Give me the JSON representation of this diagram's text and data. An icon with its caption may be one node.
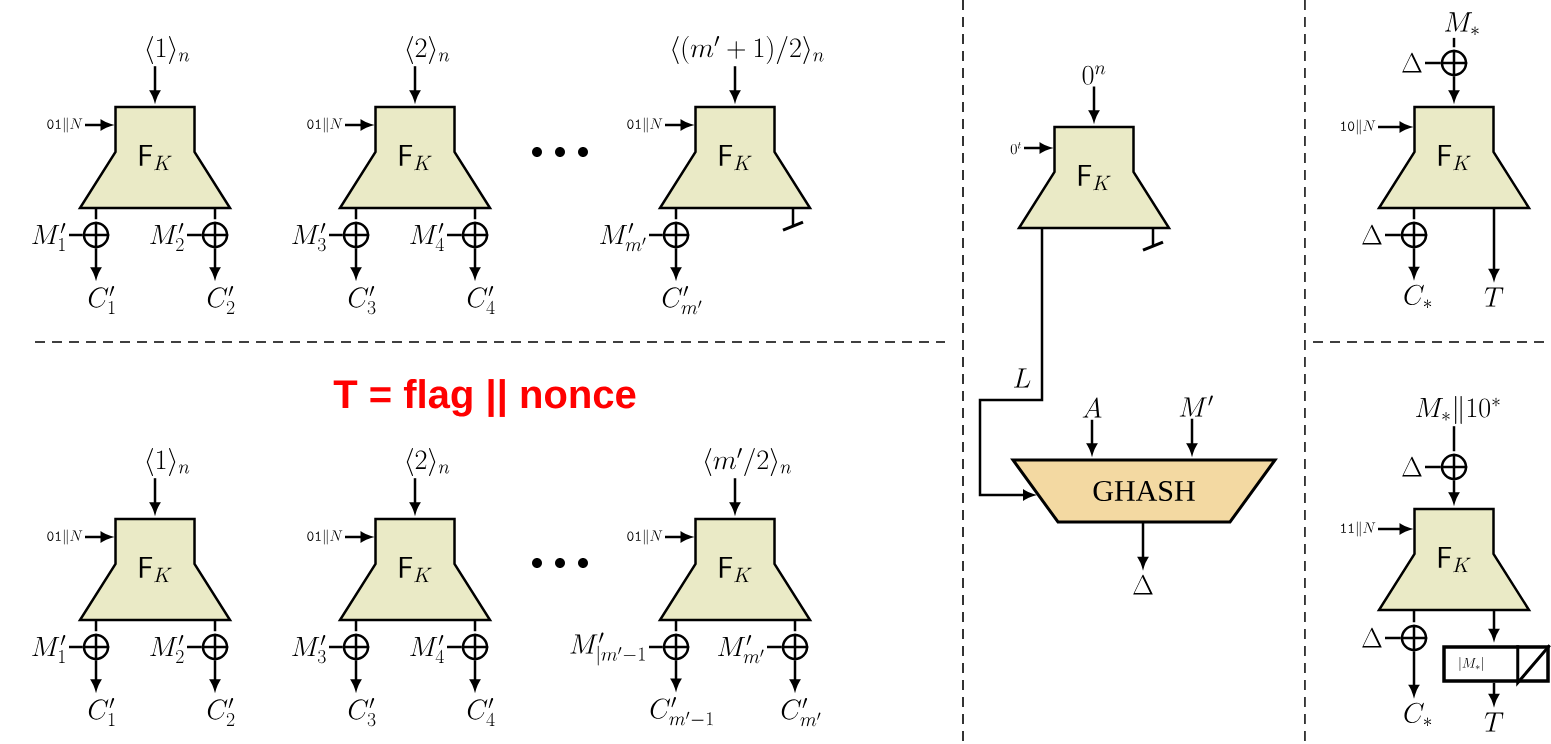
{
  "diagram": {
    "nodes": [
      {
        "text": [
          "\\langle 1\\rangle_n"
        ]
      },
      {
        "text": [
          "\\mathtt{01}\\|N"
        ]
      },
      {
        "text": [
          "\\mathsf{F}_K"
        ]
      },
      {
        "text": [],
        "shape": "circle"
      },
      {
        "text": [
          "M'_1"
        ]
      },
      {
        "text": [
          "C'_1"
        ]
      },
      {
        "text": [],
        "shape": "circle"
      },
      {
        "text": [
          "M'_2"
        ]
      },
      {
        "text": [
          "C'_2"
        ]
      },
      {
        "text": [
          "\\langle 2\\rangle_n"
        ]
      },
      {
        "text": [
          "\\mathtt{01}\\|N"
        ]
      },
      {
        "text": [
          "\\mathsf{F}_K"
        ]
      },
      {
        "text": [],
        "shape": "circle"
      },
      {
        "text": [
          "M'_3"
        ]
      },
      {
        "text": [
          "C'_3"
        ]
      },
      {
        "text": [],
        "shape": "circle"
      },
      {
        "text": [
          "M'_4"
        ]
      },
      {
        "text": [
          "C'_4"
        ]
      },
      {
        "text": [
          "\\langle (m'+1)/2\\rangle_n"
        ]
      },
      {
        "text": [
          "\\mathtt{01}\\|N"
        ]
      },
      {
        "text": [
          "\\mathsf{F}_K"
        ]
      },
      {
        "text": [],
        "shape": "circle"
      },
      {
        "text": [
          "M'_{m'}"
        ]
      },
      {
        "text": [
          "C'_{m'}"
        ]
      },
      {
        "text": [
          "\\langle 1\\rangle_n"
        ]
      },
      {
        "text": [
          "\\mathtt{01}\\|N"
        ]
      },
      {
        "text": [
          "\\mathsf{F}_K"
        ]
      },
      {
        "text": [],
        "shape": "circle"
      },
      {
        "text": [
          "M'_1"
        ]
      },
      {
        "text": [
          "C'_1"
        ]
      },
      {
        "text": [],
        "shape": "circle"
      },
      {
        "text": [
          "M'_2"
        ]
      },
      {
        "text": [
          "C'_2"
        ]
      },
      {
        "text": [
          "\\langle 2\\rangle_n"
        ]
      },
      {
        "text": [
          "\\mathtt{01}\\|N"
        ]
      },
      {
        "text": [
          "\\mathsf{F}_K"
        ]
      },
      {
        "text": [],
        "shape": "circle"
      },
      {
        "text": [
          "M'_3"
        ]
      },
      {
        "text": [
          "C'_3"
        ]
      },
      {
        "text": [],
        "shape": "circle"
      },
      {
        "text": [
          "M'_4"
        ]
      },
      {
        "text": [
          "C'_4"
        ]
      },
      {
        "text": [
          "\\langle m'/2\\rangle_n"
        ]
      },
      {
        "text": [
          "\\mathtt{01}\\|N"
        ]
      },
      {
        "text": [
          "\\mathsf{F}_K"
        ]
      },
      {
        "text": [],
        "shape": "circle"
      },
      {
        "text": [
          "M'_{|m'-1}"
        ]
      },
      {
        "text": [
          "C'_{m'-1}"
        ]
      },
      {
        "text": [],
        "shape": "circle"
      },
      {
        "text": [
          "M'_{m'}"
        ]
      },
      {
        "text": [
          "C'_{m'}"
        ]
      },
      {
        "text": [
          "0^n"
        ]
      },
      {
        "text": [
          "0^t"
        ]
      },
      {
        "text": [
          "\\mathsf{F}_K"
        ]
      },
      {
        "text": [
          "A"
        ]
      },
      {
        "text": [
          "M'"
        ]
      },
      {
        "text": [
          "GHASH"
        ]
      },
      {
        "text": [
          "\\Delta"
        ]
      },
      {
        "text": [
          "M_*"
        ]
      },
      {
        "text": [
          "\\Delta"
        ]
      },
      {
        "text": [],
        "shape": "circle"
      },
      {
        "text": [
          "\\mathtt{10}\\|N"
        ]
      },
      {
        "text": [
          "\\mathsf{F}_K"
        ]
      },
      {
        "text": [
          "\\Delta"
        ]
      },
      {
        "text": [],
        "shape": "circle"
      },
      {
        "text": [
          "C_*"
        ]
      },
      {
        "text": [
          "T"
        ]
      },
      {
        "text": [
          "M_*\\|10^*"
        ]
      },
      {
        "text": [
          "\\Delta"
        ]
      },
      {
        "text": [],
        "shape": "circle"
      },
      {
        "text": [
          "\\mathtt{11}\\|N"
        ]
      },
      {
        "text": [
          "\\mathsf{F}_K"
        ]
      },
      {
        "text": [
          "\\Delta"
        ]
      },
      {
        "text": [],
        "shape": "circle"
      },
      {
        "text": [
          "|M_*|"
        ]
      },
      {
        "text": [
          "C_*"
        ]
      },
      {
        "text": [
          "T"
        ]
      }
    ],
    "edges": [
      {
        "from": 0,
        "to": 2,
        "arrow": "to"
      },
      {
        "from": 1,
        "to": 2,
        "arrow": "to"
      },
      {
        "from": 2,
        "to": 3,
        "arrow": "none"
      },
      {
        "from": 4,
        "to": 3,
        "arrow": "none"
      },
      {
        "from": 3,
        "to": 5,
        "arrow": "to"
      },
      {
        "from": 2,
        "to": 6,
        "arrow": "none"
      },
      {
        "from": 7,
        "to": 6,
        "arrow": "none"
      },
      {
        "from": 6,
        "to": 8,
        "arrow": "to"
      },
      {
        "from": 9,
        "to": 11,
        "arrow": "to"
      },
      {
        "from": 10,
        "to": 11,
        "arrow": "to"
      },
      {
        "from": 11,
        "to": 12,
        "arrow": "none"
      },
      {
        "from": 13,
        "to": 12,
        "arrow": "none"
      },
      {
        "from": 12,
        "to": 14,
        "arrow": "to"
      },
      {
        "from": 11,
        "to": 15,
        "arrow": "none"
      },
      {
        "from": 16,
        "to": 15,
        "arrow": "none"
      },
      {
        "from": 15,
        "to": 17,
        "arrow": "to"
      },
      {
        "from": 18,
        "to": 20,
        "arrow": "to"
      },
      {
        "from": 19,
        "to": 20,
        "arrow": "to"
      },
      {
        "from": 20,
        "to": 21,
        "arrow": "none"
      },
      {
        "from": 22,
        "to": 21,
        "arrow": "none"
      },
      {
        "from": 21,
        "to": 23,
        "arrow": "to"
      },
      {
        "from": 20,
        "to": null,
        "arrow": "other"
      },
      {
        "from": 24,
        "to": 26,
        "arrow": "to"
      },
      {
        "from": 25,
        "to": 26,
        "arrow": "to"
      },
      {
        "from": 26,
        "to": 27,
        "arrow": "none"
      },
      {
        "from": 28,
        "to": 27,
        "arrow": "none"
      },
      {
        "from": 27,
        "to": 29,
        "arrow": "to"
      },
      {
        "from": 26,
        "to": 30,
        "arrow": "none"
      },
      {
        "from": 31,
        "to": 30,
        "arrow": "none"
      },
      {
        "from": 30,
        "to": 32,
        "arrow": "to"
      },
      {
        "from": 33,
        "to": 35,
        "arrow": "to"
      },
      {
        "from": 34,
        "to": 35,
        "arrow": "to"
      },
      {
        "from": 35,
        "to": 36,
        "arrow": "none"
      },
      {
        "from": 37,
        "to": 36,
        "arrow": "none"
      },
      {
        "from": 36,
        "to": 38,
        "arrow": "to"
      },
      {
        "from": 35,
        "to": 39,
        "arrow": "none"
      },
      {
        "from": 40,
        "to": 39,
        "arrow": "none"
      },
      {
        "from": 39,
        "to": 41,
        "arrow": "to"
      },
      {
        "from": 42,
        "to": 44,
        "arrow": "to"
      },
      {
        "from": 43,
        "to": 44,
        "arrow": "to"
      },
      {
        "from": 44,
        "to": 45,
        "arrow": "none"
      },
      {
        "from": 46,
        "to": 45,
        "arrow": "none"
      },
      {
        "from": 45,
        "to": 47,
        "arrow": "to"
      },
      {
        "from": 44,
        "to": 48,
        "arrow": "none"
      },
      {
        "from": 49,
        "to": 48,
        "arrow": "none"
      },
      {
        "from": 48,
        "to": 50,
        "arrow": "to"
      },
      {
        "from": 51,
        "to": 53,
        "arrow": "to"
      },
      {
        "from": 52,
        "to": 53,
        "arrow": "to"
      },
      {
        "from": 53,
        "to": null,
        "arrow": "other"
      },
      {
        "from": 53,
        "to": 56,
        "arrow": "to",
        "label": "L"
      },
      {
        "from": 54,
        "to": 56,
        "arrow": "to"
      },
      {
        "from": 55,
        "to": 56,
        "arrow": "to"
      },
      {
        "from": 56,
        "to": 57,
        "arrow": "to"
      },
      {
        "from": 58,
        "to": 60,
        "arrow": "none"
      },
      {
        "from": 59,
        "to": 60,
        "arrow": "none"
      },
      {
        "from": 60,
        "to": 62,
        "arrow": "to"
      },
      {
        "from": 61,
        "to": 62,
        "arrow": "to"
      },
      {
        "from": 62,
        "to": 64,
        "arrow": "none"
      },
      {
        "from": 63,
        "to": 64,
        "arrow": "none"
      },
      {
        "from": 64,
        "to": 65,
        "arrow": "to"
      },
      {
        "from": 62,
        "to": 66,
        "arrow": "to"
      },
      {
        "from": 67,
        "to": 69,
        "arrow": "none"
      },
      {
        "from": 68,
        "to": 69,
        "arrow": "none"
      },
      {
        "from": 69,
        "to": 71,
        "arrow": "to"
      },
      {
        "from": 70,
        "to": 71,
        "arrow": "to"
      },
      {
        "from": 71,
        "to": 73,
        "arrow": "none"
      },
      {
        "from": 72,
        "to": 73,
        "arrow": "none"
      },
      {
        "from": 73,
        "to": 75,
        "arrow": "to"
      },
      {
        "from": 71,
        "to": 74,
        "arrow": "to"
      },
      {
        "from": 74,
        "to": 76,
        "arrow": "to"
      }
    ],
    "labels": [
      "T = flag || nonce"
    ]
  }
}
